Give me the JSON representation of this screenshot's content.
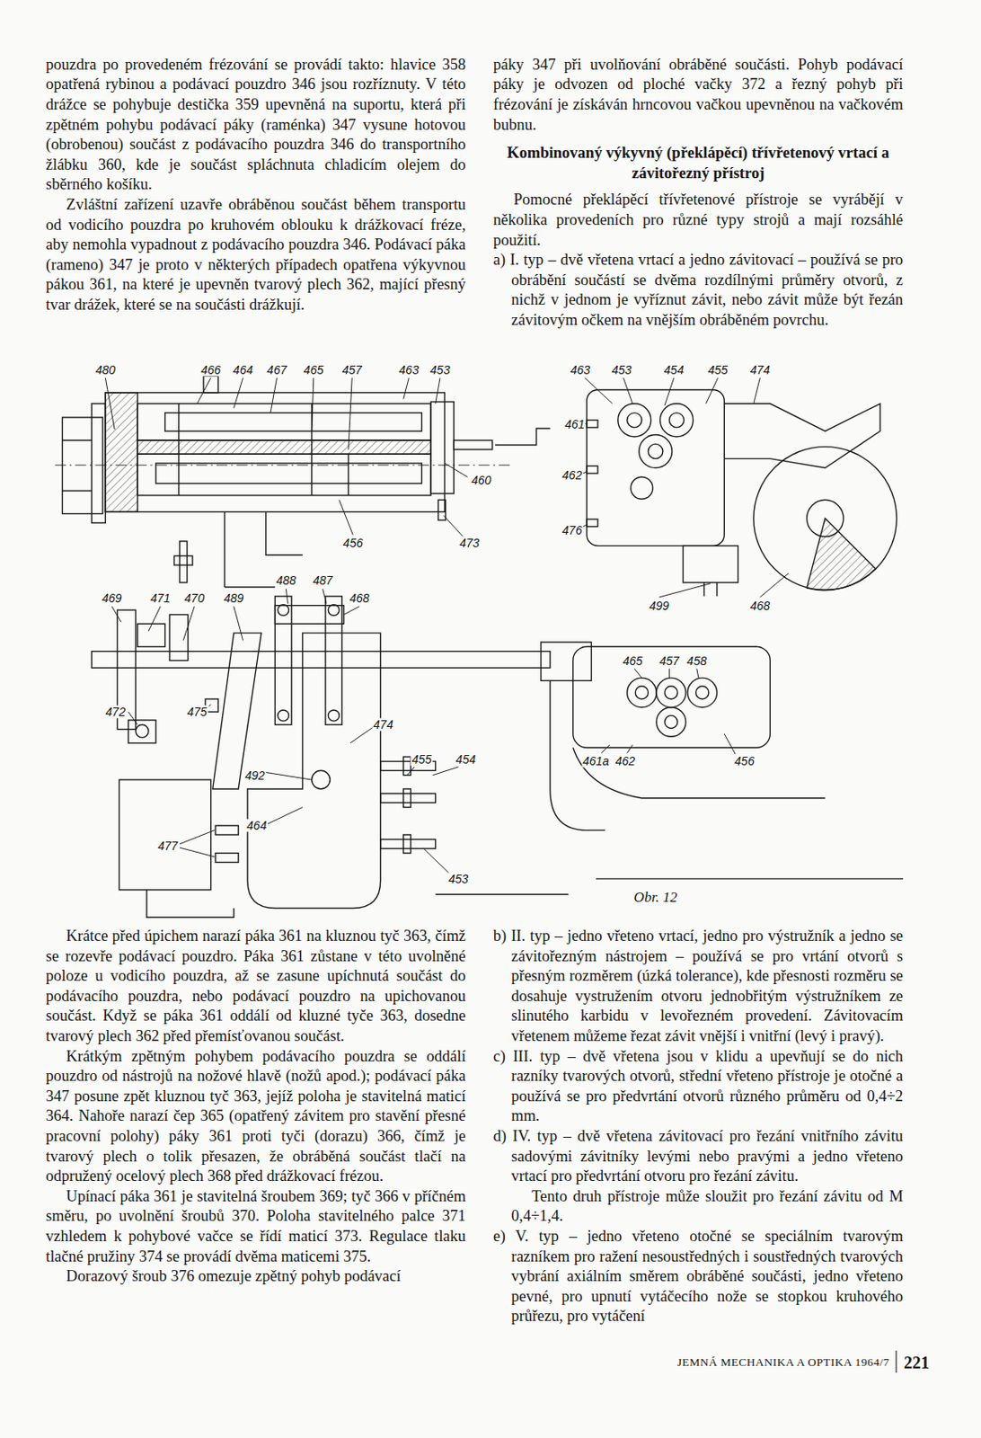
{
  "diagram": {
    "title": "Kombinovaný výkyvný (překlápěcí) třívřetenový vrtací a závitořezný přístroj",
    "caption": "Obr. 12",
    "labels": [
      "pouzdra po provedeném frézování se provádí takto: hlavice 358 opatřená rybinou a podávací pouzdro 346 jsou rozříznuty. V této drážce se pohybuje destička 359 upevněná na suportu, která při zpětném pohybu podávací páky (raménka) 347 vysune hotovou (obrobenou) součást z podávacího pouzdra 346 do transportního žlábku 360, kde je součást spláchnuta chladicím olejem do sběrného košíku.",
      "Zvláštní zařízení uzavře obráběnou součást během transportu od vodicího pouzdra po kruhovém oblouku k drážkovací fréze, aby nemohla vypadnout z podávacího pouzdra 346. Podávací páka (rameno) 347 je proto v některých případech opatřena výkyvnou pákou 361, na které je upevněn tvarový plech 362, mající přesný tvar drážek, které se na součásti drážkují.",
      "páky 347 při uvolňování obráběné součásti. Pohyb podávací páky je odvozen od ploché vačky 372 a řezný pohyb při frézování je získáván hrncovou vačkou upevněnou na vačkovém bubnu.",
      "Pomocné překlápěcí třívřetenové přístroje se vyrábějí v několika provedeních pro různé typy strojů a mají rozsáhlé použití.",
      "a) I. typ – dvě vřetena vrtací a jedno závitovací – používá se pro obrábění součástí se dvěma rozdílnými průměry otvorů, z nichž v jednom je vyříznut závit, nebo závit může být řezán závitovým očkem na vnějším obráběném povrchu.",
      "Krátce před úpichem narazí páka 361 na kluznou tyč 363, čímž se rozevře podávací pouzdro. Páka 361 zůstane v této uvolněné poloze u vodicího pouzdra, až se zasune upíchnutá součást do podávacího pouzdra, nebo podávací pouzdro na upichovanou součást. Když se páka 361 oddálí od kluzné tyče 363, dosedne tvarový plech 362 před přemísťovanou součást.",
      "Krátkým zpětným pohybem podávacího pouzdra se oddálí pouzdro od nástrojů na nožové hlavě (nožů apod.); podávací páka 347 posune zpět kluznou tyč 363, jejíž poloha je stavitelná maticí 364. Nahoře narazí čep 365 (opatřený závitem pro stavění přesné pracovní polohy) páky 361 proti tyči (dorazu) 366, čímž je tvarový plech o tolik přesazen, že obráběná součást tlačí na odpružený ocelový plech 368 před drážkovací frézou.",
      "Upínací páka 361 je stavitelná šroubem 369; tyč 366 v příčném směru, po uvolnění šroubů 370. Poloha stavitelného palce 371 vzhledem k pohybové vačce se řídí maticí 373. Regulace tlaku tlačné pružiny 374 se provádí dvěma maticemi 375.",
      "Dorazový šroub 376 omezuje zpětný pohyb podávací",
      "b) II. typ – jedno vřeteno vrtací, jedno pro výstružník a jedno se závitořezným nástrojem – používá se pro vrtání otvorů s přesným rozměrem (úzká tolerance), kde přesnosti rozměru se dosahuje vystružením otvoru jednobřitým výstružníkem ze slinutého karbidu v levořezném provedení. Závitovacím vřetenem můžeme řezat závit vnější i vnitřní (levý i pravý).",
      "c) III. typ – dvě vřetena jsou v klidu a upevňují se do nich razníky tvarových otvorů, střední vřeteno přístroje je otočné a používá se pro předvrtání otvorů různého průměru od 0,4÷2 mm.",
      "d) IV. typ – dvě vřetena závitovací pro řezání vnitřního závitu sadovými závitníky levými nebo pravými a jedno vřeteno vrtací pro předvrtání otvoru pro řezání závitu.",
      "Tento druh přístroje může sloužit pro řezání závitu od M 0,4÷1,4.",
      "e) V. typ – jedno vřeteno otočné se speciálním tvarovým razníkem pro ražení nesoustředných i soustředných tvarových vybrání axiálním směrem obráběné součásti, jedno vřeteno pevné, pro upnutí vytáčecího nože se stopkou kruhového průřezu, pro vytáčení",
      "480",
      "466",
      "464",
      "467",
      "465",
      "457",
      "463",
      "453",
      "460",
      "456",
      "473",
      "469",
      "471",
      "470",
      "489",
      "488",
      "487",
      "468",
      "472",
      "475",
      "474",
      "492",
      "455",
      "454",
      "464",
      "477",
      "453",
      "463",
      "453",
      "454",
      "455",
      "474",
      "461",
      "462",
      "476",
      "499",
      "468",
      "465",
      "457",
      "458",
      "461a",
      "462",
      "456",
      "JEMNÁ MECHANIKA A OPTIKA 1964/7",
      "221"
    ]
  }
}
